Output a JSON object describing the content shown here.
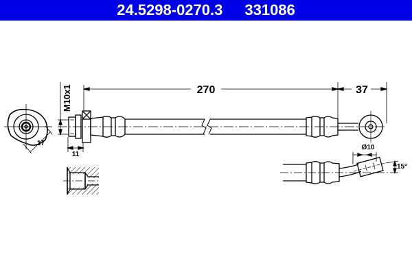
{
  "header": {
    "part_number": "24.5298-0270.3",
    "ref_number": "331086",
    "background_color": "#0000e6",
    "text_color": "#ffffff"
  },
  "drawing": {
    "dimensions": {
      "length": "270",
      "end_length": "37",
      "thread": "M10x1",
      "wrench_size": "17",
      "fitting_length": "11",
      "eye_diameter": "Ø10",
      "angle": "15°"
    },
    "views": [
      "end-view-fitting",
      "side-view-hose",
      "section-view-port",
      "bent-eye-detail"
    ]
  }
}
